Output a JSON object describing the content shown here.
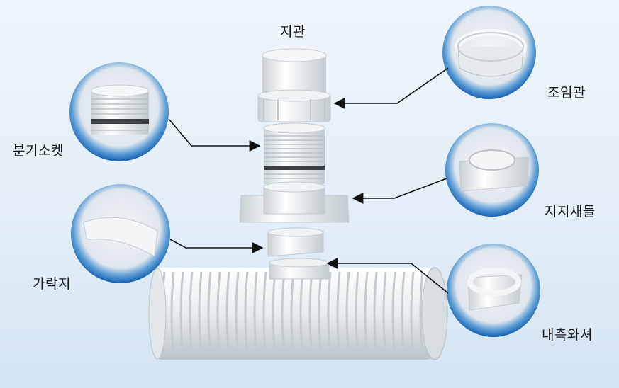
{
  "labels": {
    "branch_pipe": "지관",
    "union_pipe": "조임관",
    "branch_socket": "분기소켓",
    "saddle": "지지새들",
    "funnel": "가락지",
    "inner_washer": "내측와셔"
  },
  "colors": {
    "circle_blue": "#1e6fc0",
    "circle_inner": "#dfe6ee",
    "pipe_white": "#eef0f0",
    "pipe_shadow": "#b8c2c8",
    "gasket": "#3a3f44",
    "arrow": "#111111"
  },
  "icons": {
    "union_detail": "threaded-ring-icon",
    "socket_detail": "threaded-socket-icon",
    "saddle_detail": "saddle-plate-icon",
    "funnel_detail": "curved-ring-icon",
    "washer_detail": "inner-washer-icon"
  }
}
